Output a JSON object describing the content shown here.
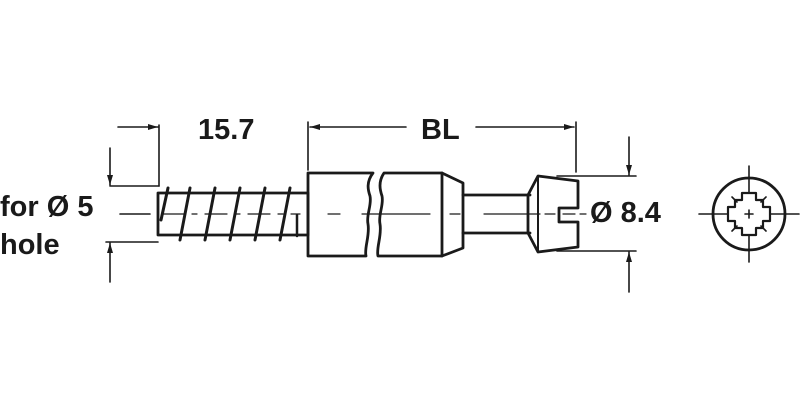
{
  "drawing": {
    "title": "Connector bolt technical drawing",
    "dimensions": {
      "thread_length": "15.7",
      "body_length": "BL",
      "head_diameter": "Ø 8.4",
      "hole_line1": "for Ø 5",
      "hole_line2": "hole"
    },
    "parts": [
      "threaded-shank",
      "body-cylinder",
      "neck",
      "slotted-head",
      "end-view-pozi-drive"
    ],
    "colors": {
      "line": "#1a1a1a",
      "background": "#ffffff"
    }
  }
}
